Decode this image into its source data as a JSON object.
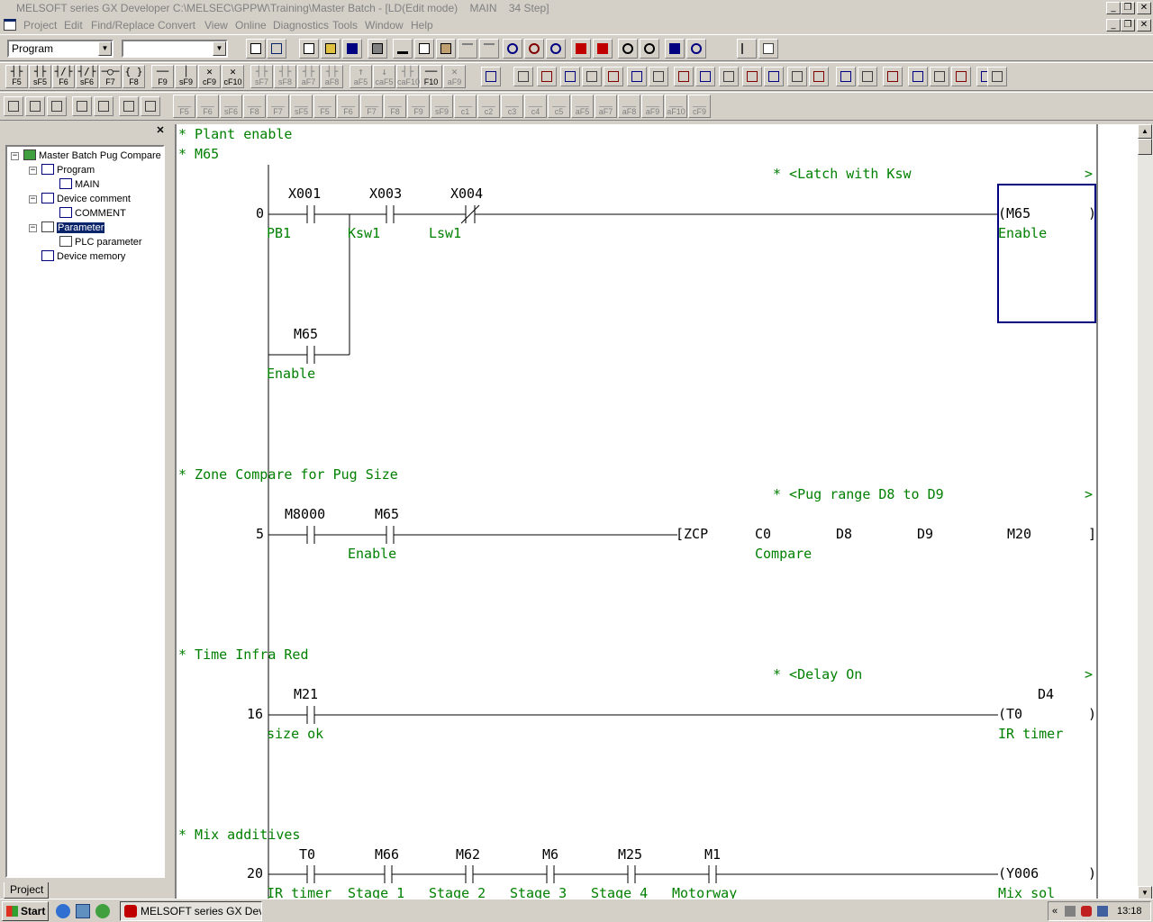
{
  "window": {
    "title": "MELSOFT series GX Developer C:\\MELSEC\\GPPW\\Training\\Master Batch - [LD(Edit mode)    MAIN    34 Step]",
    "min_glyph": "_",
    "restore_glyph": "❐",
    "close_glyph": "✕"
  },
  "menu": {
    "items": [
      "Project",
      "Edit",
      "Find/Replace",
      "Convert",
      "View",
      "Online",
      "Diagnostics",
      "Tools",
      "Window",
      "Help"
    ]
  },
  "toolbar": {
    "program_combo_value": "Program",
    "second_combo_value": ""
  },
  "ladder_keys": [
    {
      "sym": "┤├",
      "label": "F5"
    },
    {
      "sym": "┤├",
      "label": "sF5"
    },
    {
      "sym": "┤/├",
      "label": "F6"
    },
    {
      "sym": "┤/├",
      "label": "sF6"
    },
    {
      "sym": "─○─",
      "label": "F7"
    },
    {
      "sym": "{ }",
      "label": "F8"
    },
    {
      "sym": "──",
      "label": "F9"
    },
    {
      "sym": "│",
      "label": "sF9"
    },
    {
      "sym": "✕",
      "label": "cF9"
    },
    {
      "sym": "✕",
      "label": "cF10"
    },
    {
      "sym": "┤├",
      "label": "sF7"
    },
    {
      "sym": "┤├",
      "label": "sF8"
    },
    {
      "sym": "┤├",
      "label": "aF7"
    },
    {
      "sym": "┤├",
      "label": "aF8"
    },
    {
      "sym": "↑",
      "label": "aF5"
    },
    {
      "sym": "↓",
      "label": "caF5"
    },
    {
      "sym": "┤├",
      "label": "caF10"
    },
    {
      "sym": "──",
      "label": "F10"
    },
    {
      "sym": "✕",
      "label": "aF9"
    }
  ],
  "sfc_keys": [
    "F5",
    "F6",
    "sF6",
    "F8",
    "F7",
    "sF5",
    "F5",
    "F6",
    "F7",
    "F8",
    "F9",
    "sF9",
    "c1",
    "c2",
    "c3",
    "c4",
    "c5",
    "aF5",
    "aF7",
    "aF8",
    "aF9",
    "aF10",
    "cF9"
  ],
  "project_tree": {
    "root": "Master Batch Pug Compare",
    "program": "Program",
    "main": "MAIN",
    "device_comment": "Device comment",
    "comment": "COMMENT",
    "parameter": "Parameter",
    "plc_parameter": "PLC parameter",
    "device_memory": "Device memory",
    "toggle_minus": "−"
  },
  "project_tab": "Project",
  "ladder": {
    "rungs": [
      {
        "comment1": "* Plant enable",
        "comment2": "* M65",
        "note": "* <Latch with Ksw",
        "step": "0",
        "contacts": [
          {
            "device": "X001",
            "label": "PB1"
          },
          {
            "device": "X003",
            "label": "Ksw1"
          },
          {
            "device": "X004",
            "label": "Lsw1"
          }
        ],
        "branch": {
          "device": "M65",
          "label": "Enable"
        },
        "coil": {
          "device": "(M65",
          "label": "Enable"
        }
      },
      {
        "comment1": "* Zone Compare for Pug Size",
        "note": "* <Pug range D8 to D9",
        "step": "5",
        "contacts": [
          {
            "device": "M8000",
            "label": ""
          },
          {
            "device": "M65",
            "label": "Enable"
          }
        ],
        "instruction": {
          "op": "[ZCP",
          "s1": "C0",
          "s1_label": "Compare",
          "s2": "D8",
          "s3": "D9",
          "d": "M20"
        }
      },
      {
        "comment1": "* Time Infra Red",
        "note": "* <Delay On",
        "step": "16",
        "contacts": [
          {
            "device": "M21",
            "label": "size ok"
          }
        ],
        "coil": {
          "device": "(T0",
          "label": "IR timer",
          "setting": "D4"
        }
      },
      {
        "comment1": "* Mix additives",
        "step": "20",
        "contacts": [
          {
            "device": "T0",
            "label": "IR timer"
          },
          {
            "device": "M66",
            "label": "Stage 1"
          },
          {
            "device": "M62",
            "label": "Stage 2"
          },
          {
            "device": "M6",
            "label": "Stage 3"
          },
          {
            "device": "M25",
            "label": "Stage 4"
          },
          {
            "device": "M1",
            "label": "Motorway"
          }
        ],
        "coil": {
          "device": "(Y006",
          "label": "Mix sol"
        }
      }
    ],
    "close_paren": ")",
    "close_bracket": "]",
    "note_end": ">"
  },
  "taskbar": {
    "start": "Start",
    "task": "MELSOFT series GX Deve...",
    "tray_chevron": "«",
    "clock": "13:18"
  },
  "colors": {
    "comment_green": "#008000",
    "selection_navy": "#0a246a",
    "background": "#d4d0c8"
  }
}
